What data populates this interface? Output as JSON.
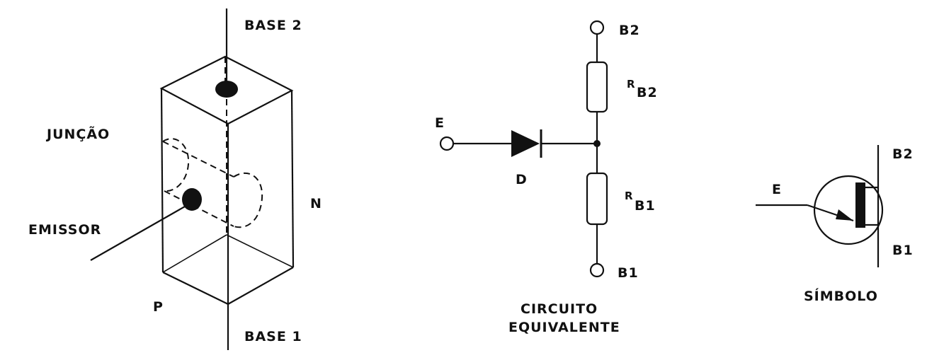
{
  "structure": {
    "base2": "BASE 2",
    "base1": "BASE 1",
    "juncao": "JUNÇÃO",
    "emissor": "EMISSOR",
    "n": "N",
    "p": "P"
  },
  "circuit": {
    "b2": "B2",
    "b1": "B1",
    "e": "E",
    "d": "D",
    "rb2_main": "R",
    "rb2_sub": "B2",
    "rb1_main": "R",
    "rb1_sub": "B1",
    "caption_line1": "CIRCUITO",
    "caption_line2": "EQUIVALENTE"
  },
  "symbol": {
    "b2": "B2",
    "b1": "B1",
    "e": "E",
    "caption": "SÍMBOLO"
  }
}
